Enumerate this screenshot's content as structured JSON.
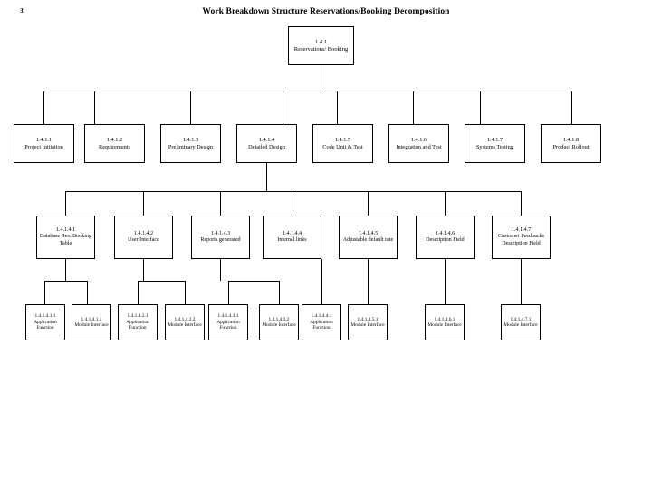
{
  "page": {
    "marker": "3.",
    "title": "Work Breakdown Structure Reservations/Booking Decomposition",
    "diagram_type": "work-breakdown-structure",
    "line_color": "#000000",
    "background_color": "#ffffff"
  },
  "root": {
    "id": "1.4.1",
    "label": "Reservations/ Booking"
  },
  "level1": [
    {
      "id": "1.4.1.1",
      "label": "Project Initiation"
    },
    {
      "id": "1.4.1.2",
      "label": "Requirements"
    },
    {
      "id": "1.4.1.3",
      "label": "Preliminary Design"
    },
    {
      "id": "1.4.1.4",
      "label": "Detailed Design"
    },
    {
      "id": "1.4.1.5",
      "label": "Code Unit & Test"
    },
    {
      "id": "1.4.1.6",
      "label": "Integration and Test"
    },
    {
      "id": "1.4.1.7",
      "label": "Systems Testing"
    },
    {
      "id": "1.4.1.8",
      "label": "Product Rollout"
    }
  ],
  "level2": [
    {
      "id": "1.4.1.4.1",
      "label": "Database Res./Booking Table"
    },
    {
      "id": "1.4.1.4.2",
      "label": "User Interface"
    },
    {
      "id": "1.4.1.4.3",
      "label": "Reports generated"
    },
    {
      "id": "1.4.1.4.4",
      "label": "Internal links"
    },
    {
      "id": "1.4.1.4.5",
      "label": "Adjustable default rate"
    },
    {
      "id": "1.4.1.4.6",
      "label": "Description Field"
    },
    {
      "id": "1.4.1.4.7",
      "label": "Customer Feedbacks Description Field"
    }
  ],
  "level3": [
    {
      "id": "1.4.1.4.1.1",
      "label": "Application Function"
    },
    {
      "id": "1.4.1.4.1.2",
      "label": "Module Interface"
    },
    {
      "id": "1.4.1.4.2.1",
      "label": "Application Function"
    },
    {
      "id": "1.4.1.4.2.2",
      "label": "Module Interface"
    },
    {
      "id": "1.4.1.4.3.1",
      "label": "Application Function"
    },
    {
      "id": "1.4.1.4.3.2",
      "label": "Module Interface"
    },
    {
      "id": "1.4.1.4.4.1",
      "label": "Application Function"
    },
    {
      "id": "1.4.1.4.5.1",
      "label": "Module Interface"
    },
    {
      "id": "1.4.1.4.6.1",
      "label": "Module Interface"
    },
    {
      "id": "1.4.1.4.7.1",
      "label": "Module Interface"
    }
  ]
}
